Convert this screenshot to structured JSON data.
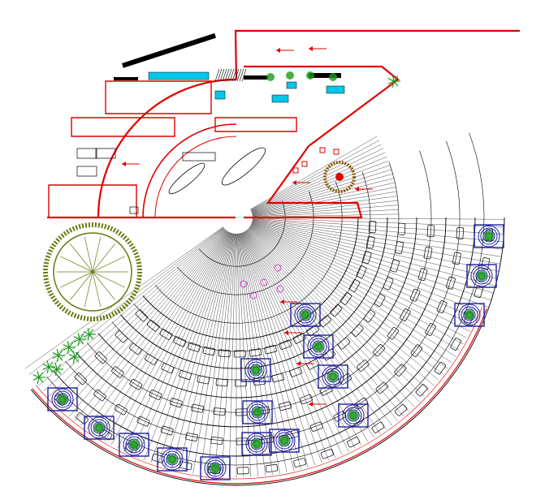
{
  "drawing": {
    "kind": "site-plan",
    "colors": {
      "background": "#ffffff",
      "wall": "#e00000",
      "line": "#000000",
      "glazing": "#00c8e8",
      "paving": "#1e1ea0",
      "planting": "#1a9a1a",
      "accent": "#d040d0",
      "tree_canopy": "#6a7a10",
      "tree_ring": "#8a5a00"
    },
    "parking_rows": 5,
    "planter_count": 16,
    "text_labels_legible": false
  }
}
